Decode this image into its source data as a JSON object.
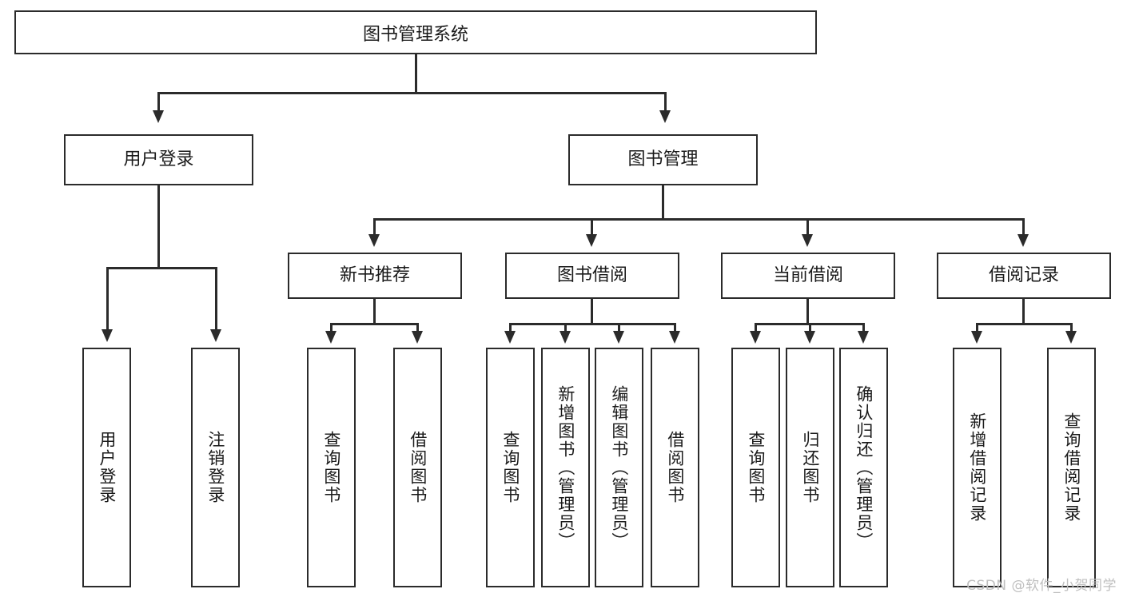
{
  "diagram": {
    "title": "图书管理系统",
    "type": "tree-hierarchy-diagram",
    "root": {
      "label": "图书管理系统"
    },
    "level2": [
      {
        "label": "用户登录"
      },
      {
        "label": "图书管理"
      }
    ],
    "level3": [
      {
        "label": "新书推荐"
      },
      {
        "label": "图书借阅"
      },
      {
        "label": "当前借阅"
      },
      {
        "label": "借阅记录"
      }
    ],
    "leaves": {
      "user_login": [
        {
          "label": "用户登录"
        },
        {
          "label": "注销登录"
        }
      ],
      "new_book_recommend": [
        {
          "label": "查询图书"
        },
        {
          "label": "借阅图书"
        }
      ],
      "book_borrow": [
        {
          "label": "查询图书"
        },
        {
          "label": "新增图书（管理员）"
        },
        {
          "label": "编辑图书（管理员）"
        },
        {
          "label": "借阅图书"
        }
      ],
      "current_borrow": [
        {
          "label": "查询图书"
        },
        {
          "label": "归还图书"
        },
        {
          "label": "确认归还（管理员）"
        }
      ],
      "borrow_record": [
        {
          "label": "新增借阅记录"
        },
        {
          "label": "查询借阅记录"
        }
      ]
    }
  },
  "watermark": {
    "text": "CSDN @软件_小贺同学"
  },
  "colors": {
    "stroke": "#2b2b2b",
    "fill": "#ffffff",
    "text": "#1a1a1a",
    "watermark": "#bfbfbf"
  }
}
